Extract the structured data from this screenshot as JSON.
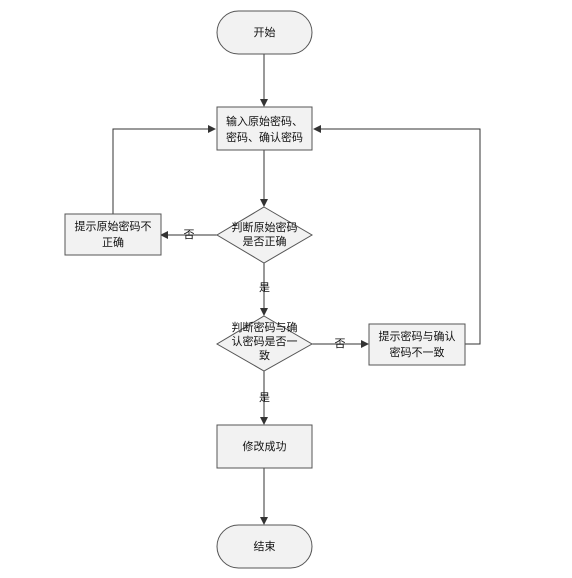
{
  "flowchart": {
    "start": "开始",
    "input_box": [
      "输入原始密码、",
      "密码、确认密码"
    ],
    "check_original": [
      "判断原始密码",
      "是否正确"
    ],
    "prompt_wrong_original": [
      "提示原始密码不",
      "正确"
    ],
    "check_match": [
      "判断密码与确",
      "认密码是否一",
      "致"
    ],
    "prompt_mismatch": [
      "提示密码与确认",
      "密码不一致"
    ],
    "success": "修改成功",
    "end": "结束",
    "label_no_1": "否",
    "label_yes_1": "是",
    "label_no_2": "否",
    "label_yes_2": "是"
  }
}
